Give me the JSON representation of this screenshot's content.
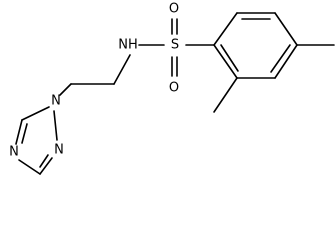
{
  "molecule": {
    "atoms": {
      "n_amide": "NH",
      "sulfur": "S",
      "oxygen_top": "O",
      "oxygen_bottom": "O",
      "triazole_n1": "N",
      "triazole_n2": "N",
      "triazole_n4": "N"
    }
  }
}
